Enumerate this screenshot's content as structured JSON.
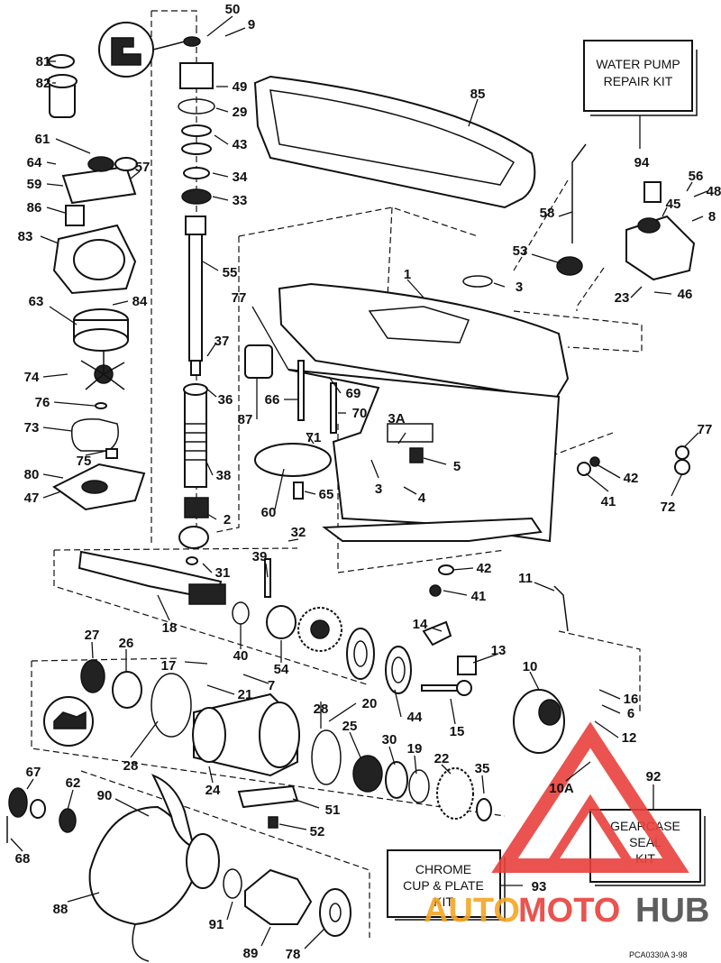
{
  "kits": {
    "water_pump": [
      "WATER PUMP",
      "REPAIR KIT"
    ],
    "water_pump_ref": "94",
    "gearcase_seal": [
      "GEARCASE",
      "SEAL",
      "KIT"
    ],
    "gearcase_seal_ref": "92",
    "chrome_cup": [
      "CHROME",
      "CUP & PLATE",
      "KIT"
    ],
    "chrome_cup_ref": "93"
  },
  "callouts": [
    "50",
    "9",
    "81",
    "82",
    "49",
    "29",
    "43",
    "34",
    "33",
    "85",
    "61",
    "64",
    "57",
    "59",
    "86",
    "83",
    "55",
    "58",
    "56",
    "48",
    "45",
    "8",
    "53",
    "3",
    "63",
    "84",
    "37",
    "77",
    "1",
    "23",
    "46",
    "74",
    "76",
    "36",
    "87",
    "66",
    "69",
    "70",
    "73",
    "3A",
    "71",
    "75",
    "80",
    "47",
    "38",
    "60",
    "65",
    "5",
    "3",
    "4",
    "42",
    "41",
    "72",
    "77",
    "2",
    "32",
    "31",
    "39",
    "42",
    "41",
    "11",
    "18",
    "40",
    "54",
    "14",
    "13",
    "27",
    "26",
    "17",
    "21",
    "7",
    "10",
    "16",
    "6",
    "12",
    "28",
    "20",
    "44",
    "15",
    "28",
    "25",
    "30",
    "19",
    "22",
    "35",
    "24",
    "51",
    "10A",
    "67",
    "62",
    "90",
    "52",
    "68",
    "88",
    "91",
    "89",
    "78"
  ],
  "code": "PCA0330A   3-98",
  "watermark": {
    "part1": "AUTO",
    "part2": "MOTO",
    "part3": "HUB",
    "colors": [
      "#f5a623",
      "#e8413c",
      "#4d4d4d"
    ]
  }
}
